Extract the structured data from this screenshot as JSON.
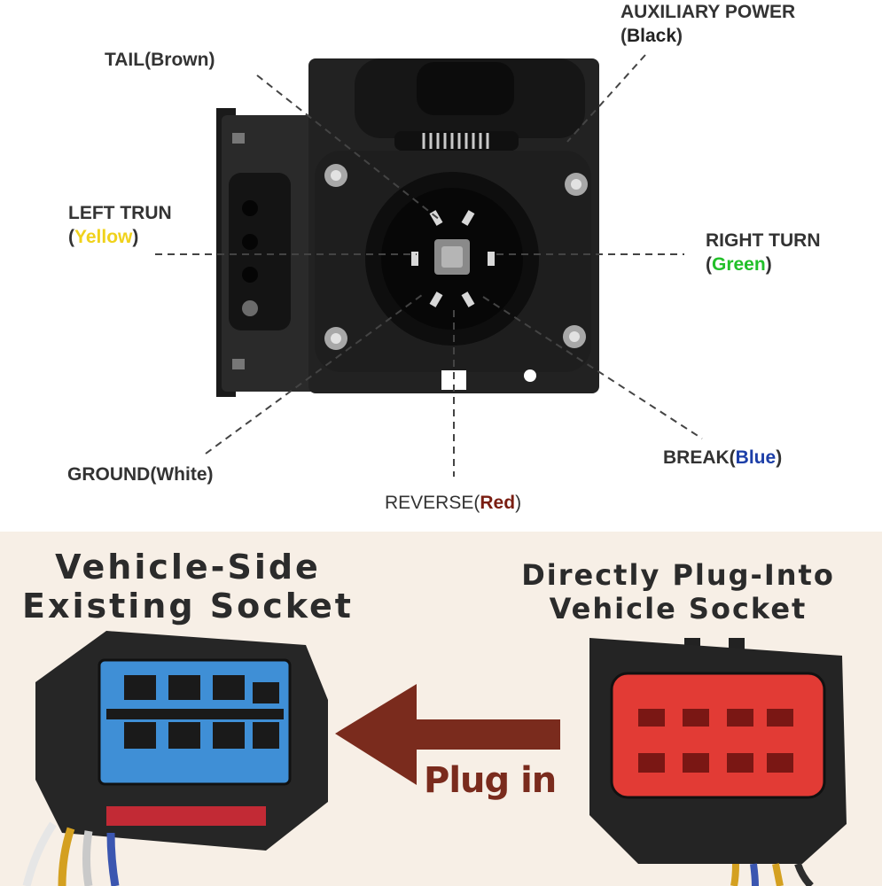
{
  "labels": {
    "aux": {
      "name": "AUXILIARY POWER",
      "open": "(",
      "color": "Black",
      "close": ")",
      "color_hex": "#222222"
    },
    "tail": {
      "name": "TAIL",
      "open": "(",
      "color": "Brown",
      "close": ")",
      "color_hex": "#333333"
    },
    "left": {
      "name": "LEFT TRUN",
      "open": "(",
      "color": "Yellow",
      "close": ")",
      "color_hex": "#f0d21c"
    },
    "right": {
      "name": "RIGHT TURN",
      "open": "(",
      "color": "Green",
      "close": ")",
      "color_hex": "#22c02a"
    },
    "ground": {
      "name": "GROUND",
      "open": "(",
      "color": "White",
      "close": ")",
      "color_hex": "#333333"
    },
    "brake": {
      "name": "BREAK",
      "open": "(",
      "color": "Blue",
      "close": ")",
      "color_hex": "#1d3fa8"
    },
    "reverse": {
      "name": "REVERSE",
      "open": "(",
      "color": "Red",
      "close": ")",
      "color_hex": "#7a1e12"
    }
  },
  "bottom": {
    "left_heading_line1": "Vehicle-Side",
    "left_heading_line2": "Existing Socket",
    "right_heading_line1": "Directly Plug-Into",
    "right_heading_line2": "Vehicle Socket",
    "plug_text": "Plug in",
    "arrow_color": "#7a2b1d",
    "connector_left_color": "#3f8fd6",
    "connector_right_color": "#e23b35"
  }
}
